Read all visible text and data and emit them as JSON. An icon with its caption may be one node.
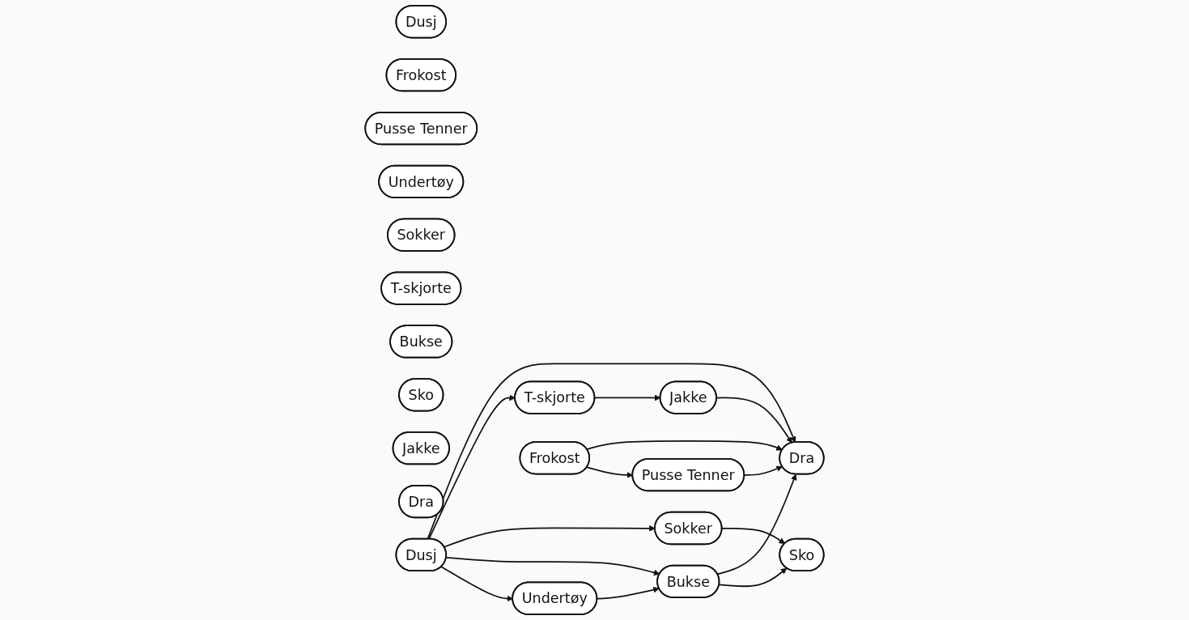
{
  "diagram": {
    "nodes": [
      {
        "text": [
          "Dusj"
        ]
      },
      {
        "text": [
          "Frokost"
        ]
      },
      {
        "text": [
          "Pusse Tenner"
        ]
      },
      {
        "text": [
          "Undertøy"
        ]
      },
      {
        "text": [
          "Sokker"
        ]
      },
      {
        "text": [
          "T-skjorte"
        ]
      },
      {
        "text": [
          "Bukse"
        ]
      },
      {
        "text": [
          "Sko"
        ]
      },
      {
        "text": [
          "Jakke"
        ]
      },
      {
        "text": [
          "Dra"
        ]
      },
      {
        "text": [
          "Dusj"
        ]
      },
      {
        "text": [
          "Undertøy"
        ]
      },
      {
        "text": [
          "Bukse"
        ]
      },
      {
        "text": [
          "Jakke"
        ]
      },
      {
        "text": [
          "Sokker"
        ]
      },
      {
        "text": [
          "T-skjorte"
        ]
      },
      {
        "text": [
          "Sko"
        ]
      },
      {
        "text": [
          "Dra"
        ]
      },
      {
        "text": [
          "Pusse Tenner"
        ]
      },
      {
        "text": [
          "Frokost"
        ]
      }
    ],
    "edges": [
      {
        "from": 10,
        "to": 11,
        "arrow": "to"
      },
      {
        "from": 11,
        "to": 12,
        "arrow": "to"
      },
      {
        "from": 10,
        "to": 12,
        "arrow": "to"
      },
      {
        "from": 10,
        "to": 14,
        "arrow": "to"
      },
      {
        "from": 10,
        "to": 15,
        "arrow": "to"
      },
      {
        "from": 10,
        "to": 17,
        "arrow": "to"
      },
      {
        "from": 12,
        "to": 16,
        "arrow": "to"
      },
      {
        "from": 12,
        "to": 17,
        "arrow": "to"
      },
      {
        "from": 14,
        "to": 16,
        "arrow": "to"
      },
      {
        "from": 15,
        "to": 13,
        "arrow": "to"
      },
      {
        "from": 13,
        "to": 17,
        "arrow": "to"
      },
      {
        "from": 19,
        "to": 18,
        "arrow": "to"
      },
      {
        "from": 19,
        "to": 17,
        "arrow": "to"
      },
      {
        "from": 18,
        "to": 17,
        "arrow": "to"
      }
    ]
  }
}
